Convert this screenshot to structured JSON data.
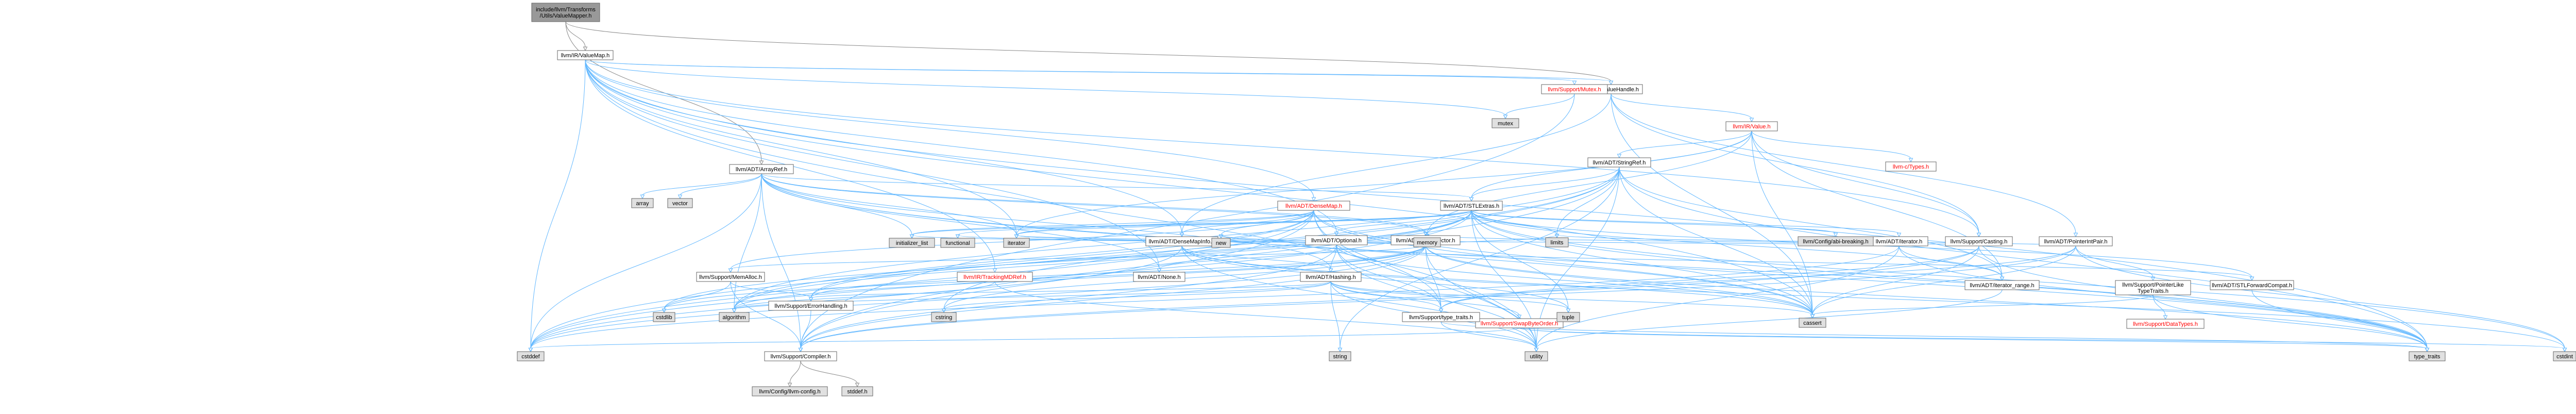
{
  "colors": {
    "root_fill": "#999999",
    "node_fill": "#ffffff",
    "gray_fill": "#e0e0e0",
    "node_border": "#666666",
    "edge": "#63b8ff",
    "edge_dark": "#888888",
    "red_text": "#ff0000"
  },
  "nodes": [
    {
      "id": "root",
      "label": [
        "include/llvm/Transforms",
        "/Utils/ValueMapper.h"
      ],
      "style": "root"
    },
    {
      "id": "valuemap",
      "label": [
        "llvm/IR/ValueMap.h"
      ],
      "style": "white"
    },
    {
      "id": "arrayref",
      "label": [
        "llvm/ADT/ArrayRef.h"
      ],
      "style": "white"
    },
    {
      "id": "valuehandle",
      "label": [
        "llvm/IR/ValueHandle.h"
      ],
      "style": "white"
    },
    {
      "id": "mutex_h",
      "label": [
        "llvm/Support/Mutex.h"
      ],
      "style": "red"
    },
    {
      "id": "mutex",
      "label": [
        "mutex"
      ],
      "style": "gray"
    },
    {
      "id": "ir_value",
      "label": [
        "llvm/IR/Value.h"
      ],
      "style": "red"
    },
    {
      "id": "stringref",
      "label": [
        "llvm/ADT/StringRef.h"
      ],
      "style": "white"
    },
    {
      "id": "ctypes",
      "label": [
        "llvm-c/Types.h"
      ],
      "style": "red"
    },
    {
      "id": "densemap",
      "label": [
        "llvm/ADT/DenseMap.h"
      ],
      "style": "red"
    },
    {
      "id": "stlextras",
      "label": [
        "llvm/ADT/STLExtras.h"
      ],
      "style": "white"
    },
    {
      "id": "array",
      "label": [
        "array"
      ],
      "style": "gray"
    },
    {
      "id": "vector",
      "label": [
        "vector"
      ],
      "style": "gray"
    },
    {
      "id": "smallvector",
      "label": [
        "llvm/ADT/SmallVector.h"
      ],
      "style": "white"
    },
    {
      "id": "densemapinfo",
      "label": [
        "llvm/ADT/DenseMapInfo.h"
      ],
      "style": "white"
    },
    {
      "id": "optional",
      "label": [
        "llvm/ADT/Optional.h"
      ],
      "style": "white"
    },
    {
      "id": "iterator_h",
      "label": [
        "llvm/ADT/iterator.h"
      ],
      "style": "white"
    },
    {
      "id": "configabi",
      "label": [
        "llvm/Config/abi-breaking.h"
      ],
      "style": "gray"
    },
    {
      "id": "casting",
      "label": [
        "llvm/Support/Casting.h"
      ],
      "style": "white"
    },
    {
      "id": "pointerintpair",
      "label": [
        "llvm/ADT/PointerIntPair.h"
      ],
      "style": "white"
    },
    {
      "id": "memalloc",
      "label": [
        "llvm/Support/MemAlloc.h"
      ],
      "style": "white"
    },
    {
      "id": "hashing",
      "label": [
        "llvm/ADT/Hashing.h"
      ],
      "style": "white"
    },
    {
      "id": "none",
      "label": [
        "llvm/ADT/None.h"
      ],
      "style": "white"
    },
    {
      "id": "trackingrefptr",
      "label": [
        "llvm/IR/TrackingMDRef.h"
      ],
      "style": "red"
    },
    {
      "id": "iterator_range",
      "label": [
        "llvm/ADT/iterator_range.h"
      ],
      "style": "white"
    },
    {
      "id": "stlforwardcompat",
      "label": [
        "llvm/ADT/STLForwardCompat.h"
      ],
      "style": "white"
    },
    {
      "id": "pointerliketypetraits",
      "label": [
        "llvm/Support/PointerLike",
        "TypeTraits.h"
      ],
      "style": "white"
    },
    {
      "id": "datatypes",
      "label": [
        "llvm/Support/DataTypes.h"
      ],
      "style": "red"
    },
    {
      "id": "errorhandling",
      "label": [
        "llvm/Support/ErrorHandling.h"
      ],
      "style": "white"
    },
    {
      "id": "swapbyteorder",
      "label": [
        "llvm/Support/SwapByteOrder.h"
      ],
      "style": "red"
    },
    {
      "id": "sup_type_traits",
      "label": [
        "llvm/Support/type_traits.h"
      ],
      "style": "white"
    },
    {
      "id": "compiler",
      "label": [
        "llvm/Support/Compiler.h"
      ],
      "style": "white"
    },
    {
      "id": "llvm_config",
      "label": [
        "llvm/Config/llvm-config.h"
      ],
      "style": "gray"
    },
    {
      "id": "stddef",
      "label": [
        "stddef.h"
      ],
      "style": "gray"
    },
    {
      "id": "cstddef",
      "label": [
        "cstddef"
      ],
      "style": "gray"
    },
    {
      "id": "algorithm",
      "label": [
        "algorithm"
      ],
      "style": "gray"
    },
    {
      "id": "iterator",
      "label": [
        "iterator"
      ],
      "style": "gray"
    },
    {
      "id": "initializer_list",
      "label": [
        "initializer_list"
      ],
      "style": "gray"
    },
    {
      "id": "functional",
      "label": [
        "functional"
      ],
      "style": "gray"
    },
    {
      "id": "cstdlib",
      "label": [
        "cstdlib"
      ],
      "style": "gray"
    },
    {
      "id": "new",
      "label": [
        "new"
      ],
      "style": "gray"
    },
    {
      "id": "memory",
      "label": [
        "memory"
      ],
      "style": "gray"
    },
    {
      "id": "cstring",
      "label": [
        "cstring"
      ],
      "style": "gray"
    },
    {
      "id": "limits",
      "label": [
        "limits"
      ],
      "style": "gray"
    },
    {
      "id": "tuple",
      "label": [
        "tuple"
      ],
      "style": "gray"
    },
    {
      "id": "utility",
      "label": [
        "utility"
      ],
      "style": "gray"
    },
    {
      "id": "string",
      "label": [
        "string"
      ],
      "style": "gray"
    },
    {
      "id": "cassert",
      "label": [
        "cassert"
      ],
      "style": "gray"
    },
    {
      "id": "type_traits",
      "label": [
        "type_traits"
      ],
      "style": "gray"
    },
    {
      "id": "cstdint",
      "label": [
        "cstdint"
      ],
      "style": "gray"
    }
  ],
  "edges": [
    [
      "root",
      "valuemap"
    ],
    [
      "root",
      "arrayref"
    ],
    [
      "root",
      "valuehandle"
    ],
    [
      "valuemap",
      "densemap"
    ],
    [
      "valuemap",
      "densemapinfo"
    ],
    [
      "valuemap",
      "none"
    ],
    [
      "valuemap",
      "optional"
    ],
    [
      "valuemap",
      "valuehandle"
    ],
    [
      "valuemap",
      "mutex_h"
    ],
    [
      "valuemap",
      "mutex"
    ],
    [
      "valuemap",
      "trackingrefptr"
    ],
    [
      "valuemap",
      "casting"
    ],
    [
      "valuemap",
      "cassert"
    ],
    [
      "valuemap",
      "cstddef"
    ],
    [
      "valuemap",
      "iterator"
    ],
    [
      "valuemap",
      "type_traits"
    ],
    [
      "valuemap",
      "utility"
    ],
    [
      "arrayref",
      "hashing"
    ],
    [
      "arrayref",
      "none"
    ],
    [
      "arrayref",
      "smallvector"
    ],
    [
      "arrayref",
      "stlextras"
    ],
    [
      "arrayref",
      "compiler"
    ],
    [
      "arrayref",
      "algorithm"
    ],
    [
      "arrayref",
      "array"
    ],
    [
      "arrayref",
      "cassert"
    ],
    [
      "arrayref",
      "cstddef"
    ],
    [
      "arrayref",
      "initializer_list"
    ],
    [
      "arrayref",
      "iterator"
    ],
    [
      "arrayref",
      "memory"
    ],
    [
      "arrayref",
      "type_traits"
    ],
    [
      "arrayref",
      "vector"
    ],
    [
      "valuehandle",
      "densemapinfo"
    ],
    [
      "valuehandle",
      "pointerintpair"
    ],
    [
      "valuehandle",
      "ir_value"
    ],
    [
      "valuehandle",
      "casting"
    ],
    [
      "valuehandle",
      "cassert"
    ],
    [
      "mutex_h",
      "compiler"
    ],
    [
      "mutex_h",
      "mutex"
    ],
    [
      "ir_value",
      "ctypes"
    ],
    [
      "ir_value",
      "stlextras"
    ],
    [
      "ir_value",
      "stringref"
    ],
    [
      "ir_value",
      "iterator_range"
    ],
    [
      "ir_value",
      "casting"
    ],
    [
      "ir_value",
      "cassert"
    ],
    [
      "ir_value",
      "iterator"
    ],
    [
      "ir_value",
      "memory"
    ],
    [
      "stringref",
      "stlextras"
    ],
    [
      "stringref",
      "iterator_range"
    ],
    [
      "stringref",
      "compiler"
    ],
    [
      "stringref",
      "algorithm"
    ],
    [
      "stringref",
      "cassert"
    ],
    [
      "stringref",
      "cstddef"
    ],
    [
      "stringref",
      "cstring"
    ],
    [
      "stringref",
      "limits"
    ],
    [
      "stringref",
      "string"
    ],
    [
      "stringref",
      "type_traits"
    ],
    [
      "stringref",
      "utility"
    ],
    [
      "densemap",
      "densemapinfo"
    ],
    [
      "densemap",
      "epochtracker"
    ],
    [
      "densemap",
      "compiler"
    ],
    [
      "densemap",
      "memalloc"
    ],
    [
      "densemap",
      "algorithm"
    ],
    [
      "densemap",
      "cassert"
    ],
    [
      "densemap",
      "cstddef"
    ],
    [
      "densemap",
      "initializer_list"
    ],
    [
      "densemap",
      "iterator"
    ],
    [
      "densemap",
      "new"
    ],
    [
      "densemap",
      "type_traits"
    ],
    [
      "densemap",
      "utility"
    ],
    [
      "densemap",
      "errorhandling"
    ],
    [
      "densemap",
      "sup_type_traits"
    ],
    [
      "stlextras",
      "optional"
    ],
    [
      "stlextras",
      "stlforwardcompat"
    ],
    [
      "stlextras",
      "iterator_h"
    ],
    [
      "stlextras",
      "iterator_range"
    ],
    [
      "stlextras",
      "configabi"
    ],
    [
      "stlextras",
      "errorhandling"
    ],
    [
      "stlextras",
      "algorithm"
    ],
    [
      "stlextras",
      "cassert"
    ],
    [
      "stlextras",
      "cstddef"
    ],
    [
      "stlextras",
      "cstdint"
    ],
    [
      "stlextras",
      "cstdlib"
    ],
    [
      "stlextras",
      "functional"
    ],
    [
      "stlextras",
      "initializer_list"
    ],
    [
      "stlextras",
      "iterator"
    ],
    [
      "stlextras",
      "limits"
    ],
    [
      "stlextras",
      "memory"
    ],
    [
      "stlextras",
      "tuple"
    ],
    [
      "stlextras",
      "type_traits"
    ],
    [
      "stlextras",
      "utility"
    ],
    [
      "smallvector",
      "compiler"
    ],
    [
      "smallvector",
      "errorhandling"
    ],
    [
      "smallvector",
      "memalloc"
    ],
    [
      "smallvector",
      "sup_type_traits"
    ],
    [
      "smallvector",
      "algorithm"
    ],
    [
      "smallvector",
      "cassert"
    ],
    [
      "smallvector",
      "cstddef"
    ],
    [
      "smallvector",
      "cstdlib"
    ],
    [
      "smallvector",
      "cstring"
    ],
    [
      "smallvector",
      "functional"
    ],
    [
      "smallvector",
      "initializer_list"
    ],
    [
      "smallvector",
      "iterator"
    ],
    [
      "smallvector",
      "limits"
    ],
    [
      "smallvector",
      "memory"
    ],
    [
      "smallvector",
      "new"
    ],
    [
      "smallvector",
      "type_traits"
    ],
    [
      "smallvector",
      "utility"
    ],
    [
      "densemapinfo",
      "hashing"
    ],
    [
      "densemapinfo",
      "cassert"
    ],
    [
      "densemapinfo",
      "cstddef"
    ],
    [
      "densemapinfo",
      "cstdint"
    ],
    [
      "densemapinfo",
      "tuple"
    ],
    [
      "densemapinfo",
      "utility"
    ],
    [
      "optional",
      "hashing"
    ],
    [
      "optional",
      "none"
    ],
    [
      "optional",
      "stlforwardcompat"
    ],
    [
      "optional",
      "compiler"
    ],
    [
      "optional",
      "sup_type_traits"
    ],
    [
      "optional",
      "cassert"
    ],
    [
      "optional",
      "new"
    ],
    [
      "optional",
      "utility"
    ],
    [
      "iterator_h",
      "iterator_range"
    ],
    [
      "iterator_h",
      "cstddef"
    ],
    [
      "iterator_h",
      "iterator"
    ],
    [
      "iterator_h",
      "type_traits"
    ],
    [
      "iterator_h",
      "utility"
    ],
    [
      "casting",
      "compiler"
    ],
    [
      "casting",
      "sup_type_traits"
    ],
    [
      "casting",
      "cassert"
    ],
    [
      "casting",
      "memory"
    ],
    [
      "casting",
      "type_traits"
    ],
    [
      "pointerintpair",
      "compiler"
    ],
    [
      "pointerintpair",
      "pointerliketypetraits"
    ],
    [
      "pointerintpair",
      "sup_type_traits"
    ],
    [
      "pointerintpair",
      "cassert"
    ],
    [
      "pointerintpair",
      "cstdint"
    ],
    [
      "pointerintpair",
      "limits"
    ],
    [
      "memalloc",
      "compiler"
    ],
    [
      "memalloc",
      "errorhandling"
    ],
    [
      "memalloc",
      "cstdlib"
    ],
    [
      "hashing",
      "errorhandling"
    ],
    [
      "hashing",
      "swapbyteorder"
    ],
    [
      "hashing",
      "sup_type_traits"
    ],
    [
      "hashing",
      "algorithm"
    ],
    [
      "hashing",
      "cassert"
    ],
    [
      "hashing",
      "cstring"
    ],
    [
      "hashing",
      "string"
    ],
    [
      "hashing",
      "tuple"
    ],
    [
      "hashing",
      "utility"
    ],
    [
      "trackingrefptr",
      "utility"
    ],
    [
      "trackingrefptr",
      "algorithm"
    ],
    [
      "iterator_range",
      "utility"
    ],
    [
      "stlforwardcompat",
      "type_traits"
    ],
    [
      "pointerliketypetraits",
      "datatypes"
    ],
    [
      "pointerliketypetraits",
      "cassert"
    ],
    [
      "pointerliketypetraits",
      "type_traits"
    ],
    [
      "errorhandling",
      "compiler"
    ],
    [
      "swapbyteorder",
      "cstddef"
    ],
    [
      "swapbyteorder",
      "cstdint"
    ],
    [
      "swapbyteorder",
      "type_traits"
    ],
    [
      "sup_type_traits",
      "type_traits"
    ],
    [
      "sup_type_traits",
      "utility"
    ],
    [
      "compiler",
      "llvm_config"
    ],
    [
      "compiler",
      "stddef"
    ]
  ]
}
